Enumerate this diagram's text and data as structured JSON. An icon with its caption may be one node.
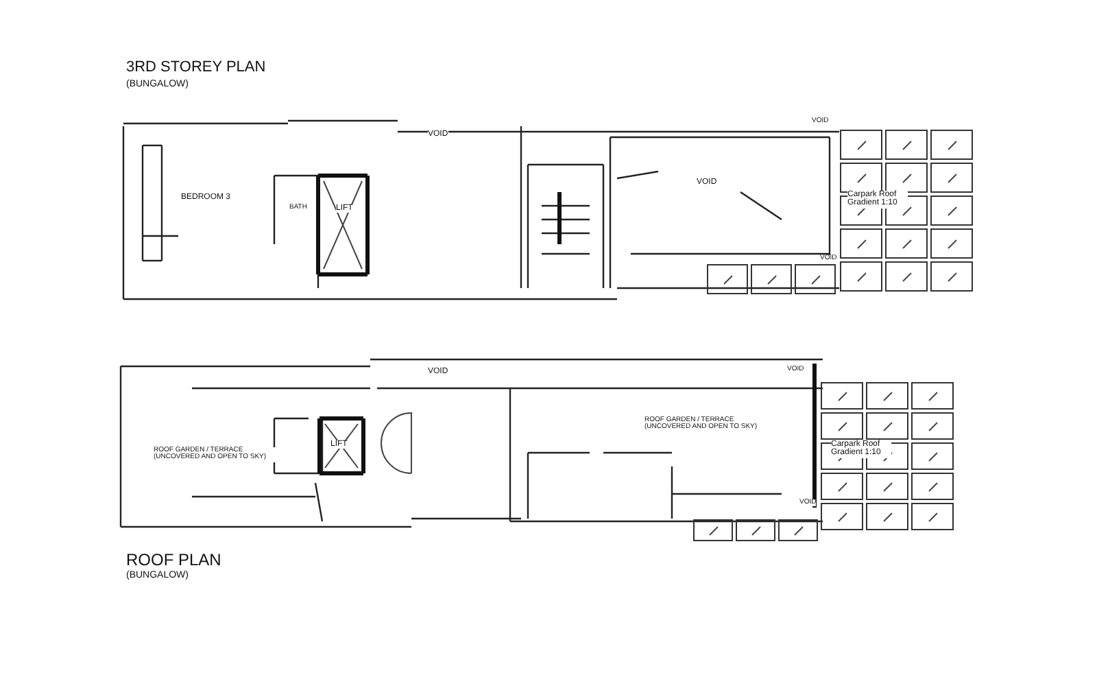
{
  "diagram": {
    "labels": [
      "3RD STOREY PLAN",
      "(BUNGALOW)",
      "BEDROOM 3",
      "BATH",
      "LIFT",
      "VOID",
      "VOID",
      "VOID",
      "Carpark Roof Gradient 1:10",
      "VOID",
      "ROOF GARDEN / TERRACE (UNCOVERED AND OPEN TO SKY)",
      "LIFT",
      "VOID",
      "ROOF GARDEN / TERRACE (UNCOVERED AND OPEN TO SKY)",
      "VOID",
      "Carpark Roof Gradient 1:10",
      "VOID",
      "ROOF PLAN",
      "(BUNGALOW)"
    ]
  }
}
